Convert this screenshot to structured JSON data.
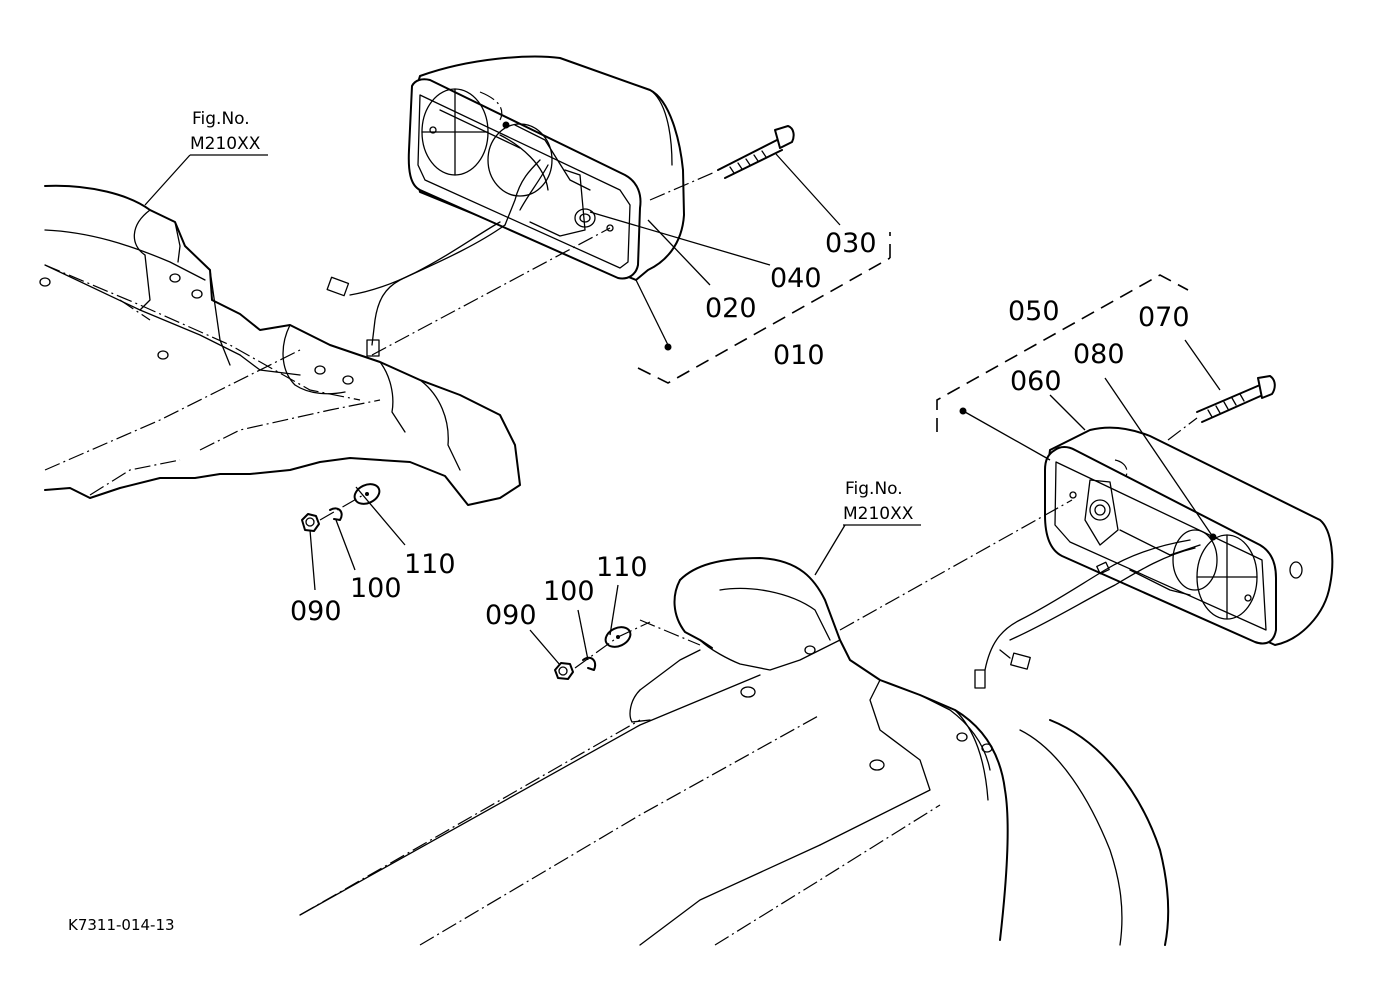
{
  "drawing_code": "K7311-014-13",
  "figure_refs": [
    {
      "line1": "Fig.No.",
      "line2": "M210XX"
    },
    {
      "line1": "Fig.No.",
      "line2": "M210XX"
    }
  ],
  "callouts": {
    "c010": "010",
    "c020": "020",
    "c030": "030",
    "c040": "040",
    "c050": "050",
    "c060": "060",
    "c070": "070",
    "c080": "080",
    "c090_left": "090",
    "c100_left": "100",
    "c110_left": "110",
    "c090_right": "090",
    "c100_right": "100",
    "c110_right": "110"
  }
}
